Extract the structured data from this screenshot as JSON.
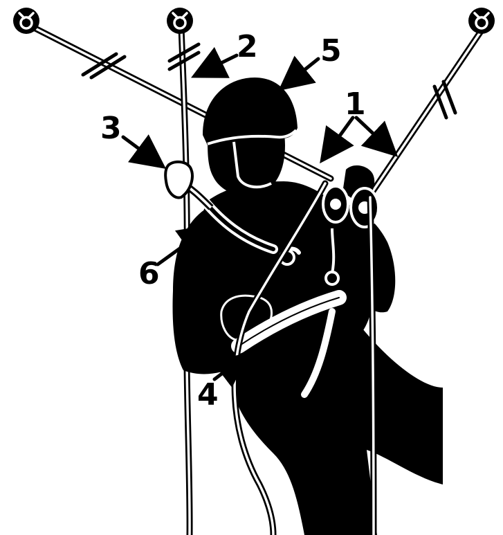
{
  "colors": {
    "ink": "#000000",
    "paper": "#ffffff"
  },
  "anchors": [
    {
      "name": "anchor-left",
      "icon": "anchor-point-icon"
    },
    {
      "name": "anchor-middle",
      "icon": "anchor-point-icon"
    },
    {
      "name": "anchor-right",
      "icon": "anchor-point-icon"
    }
  ],
  "callouts": {
    "c1": "1",
    "c2": "2",
    "c3": "3",
    "c4": "4",
    "c5": "5",
    "c6": "6"
  }
}
